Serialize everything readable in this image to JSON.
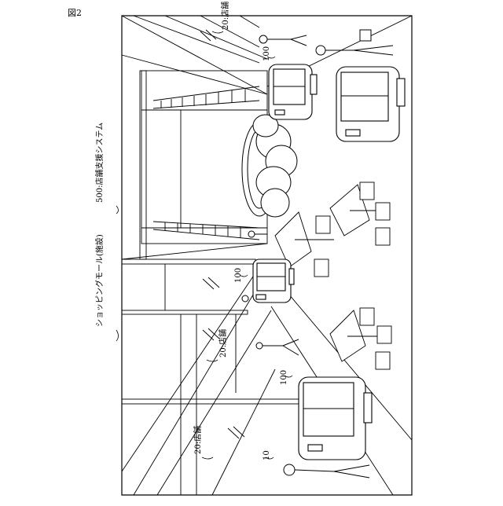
{
  "figure": {
    "label": "図2"
  },
  "labels": {
    "system": "500:店舗支援システム",
    "mall": "ショッピングモール(施設)",
    "store_top": "20:店舗",
    "store_mid": "20:店舗",
    "store_bottom": "20:店舗",
    "robot_a": "100",
    "robot_b": "100",
    "robot_c": "100",
    "user": "10"
  },
  "colors": {
    "line": "#000000",
    "background": "#ffffff"
  }
}
